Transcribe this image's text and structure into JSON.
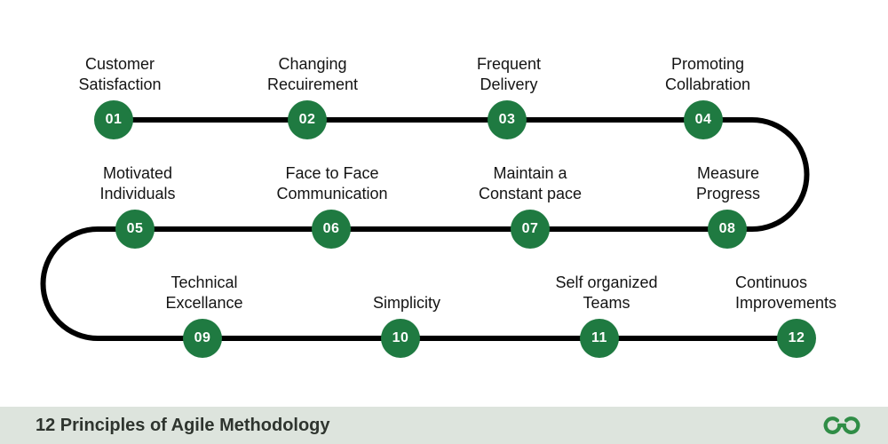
{
  "diagram": {
    "nodes": [
      {
        "number": "01",
        "label": "Customer\nSatisfaction"
      },
      {
        "number": "02",
        "label": "Changing\nRecuirement"
      },
      {
        "number": "03",
        "label": "Frequent\nDelivery"
      },
      {
        "number": "04",
        "label": "Promoting\nCollabration"
      },
      {
        "number": "05",
        "label": "Motivated\nIndividuals"
      },
      {
        "number": "06",
        "label": "Face to Face\nCommunication"
      },
      {
        "number": "07",
        "label": "Maintain a\nConstant pace"
      },
      {
        "number": "08",
        "label": "Measure\nProgress"
      },
      {
        "number": "09",
        "label": "Technical\nExcellance"
      },
      {
        "number": "10",
        "label": "Simplicity"
      },
      {
        "number": "11",
        "label": "Self organized\nTeams"
      },
      {
        "number": "12",
        "label": "Continuos\nImprovements"
      }
    ]
  },
  "footer": {
    "title": "12 Principles of Agile Methodology",
    "logo": "geeksforgeeks-logo"
  },
  "colors": {
    "node_green": "#1f7a41",
    "logo_green": "#2f8d46",
    "footer_bg": "#dde4dd",
    "path_black": "#000000"
  }
}
